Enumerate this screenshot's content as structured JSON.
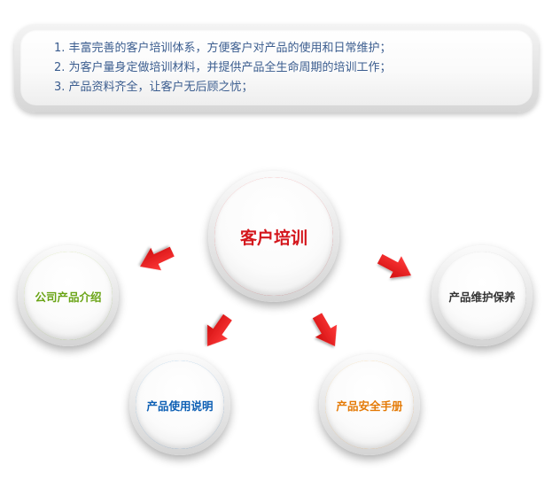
{
  "intro": {
    "lines": [
      "1. 丰富完善的客户培训体系，方便客户对产品的使用和日常维护；",
      "2. 为客户量身定做培训材料，并提供产品全生命周期的培训工作；",
      "3. 产品资料齐全，让客户无后顾之忧；"
    ]
  },
  "diagram": {
    "center": "客户培训",
    "nodes": {
      "left": "公司产品介绍",
      "right": "产品维护保养",
      "bottom_left": "产品使用说明",
      "bottom_right": "产品安全手册"
    }
  },
  "colors": {
    "center": "#d4161c",
    "left": "#7fb81c",
    "right": "#8c8c8c",
    "bottom_left": "#0a66c2",
    "bottom_right": "#f18a0a",
    "arrow": "#e51c1c",
    "intro_text": "#3b5d8f"
  }
}
